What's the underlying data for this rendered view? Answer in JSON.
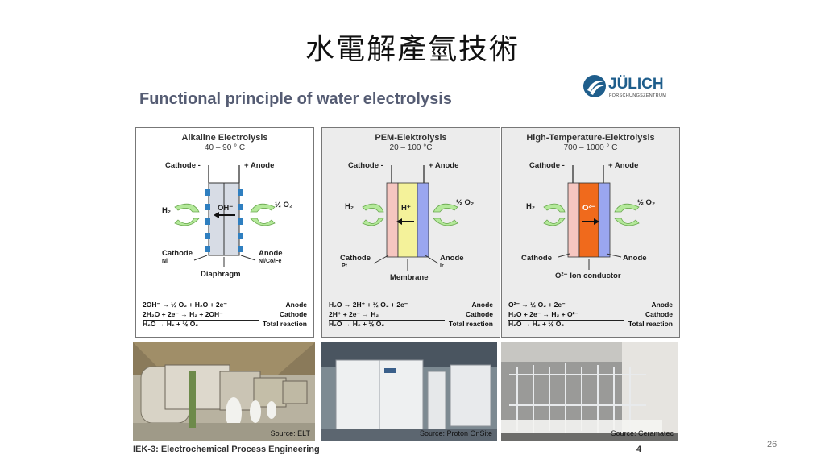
{
  "slide": {
    "title": "水電解產氫技術",
    "inner_title": "Functional principle of water electrolysis",
    "logo_text": "JÜLICH",
    "logo_sub": "FORSCHUNGSZENTRUM",
    "footer": "IEK-3: Electrochemical Process Engineering",
    "footer_num": "4",
    "page_number": "26"
  },
  "panels": [
    {
      "title": "Alkaline Electrolysis",
      "temp": "40 – 90 ° C",
      "cathode_top": "Cathode -",
      "anode_top": "+ Anode",
      "left_gas": "H₂",
      "right_gas": "½ O₂",
      "ion": "OH⁻",
      "cathode_bottom": "Cathode",
      "cathode_material": "Ni",
      "anode_bottom": "Anode",
      "anode_material": "Ni/Co/Fe",
      "separator": "Diaphragm",
      "reactions": [
        {
          "eq": "2OH⁻  →  ½ O₂ + H₂O + 2e⁻",
          "side": "Anode"
        },
        {
          "eq": "2H₂O + 2e⁻  →  H₂ + 2OH⁻",
          "side": "Cathode"
        },
        {
          "eq": "H₂O  →  H₂ + ½ O₂",
          "side": "Total reaction"
        }
      ],
      "photo_source": "Source: ELT"
    },
    {
      "title": "PEM-Elektrolysis",
      "temp": "20 – 100 °C",
      "cathode_top": "Cathode -",
      "anode_top": "+ Anode",
      "left_gas": "H₂",
      "right_gas": "½ O₂",
      "ion": "H⁺",
      "cathode_bottom": "Cathode",
      "cathode_material": "Pt",
      "anode_bottom": "Anode",
      "anode_material": "Ir",
      "separator": "Membrane",
      "reactions": [
        {
          "eq": "H₂O  →  2H⁺ + ½ O₂ + 2e⁻",
          "side": "Anode"
        },
        {
          "eq": "2H⁺ + 2e⁻  →  H₂",
          "side": "Cathode"
        },
        {
          "eq": "H₂O  →  H₂ + ½ O₂",
          "side": "Total reaction"
        }
      ],
      "photo_source": "Source: Proton OnSite"
    },
    {
      "title": "High-Temperature-Elektrolysis",
      "temp": "700 – 1000 ° C",
      "cathode_top": "Cathode -",
      "anode_top": "+ Anode",
      "left_gas": "H₂",
      "right_gas": "½ O₂",
      "ion": "O²⁻",
      "cathode_bottom": "Cathode",
      "cathode_material": "",
      "anode_bottom": "Anode",
      "anode_material": "",
      "separator": "O²⁻ Ion conductor",
      "reactions": [
        {
          "eq": "O²⁻  →  ½ O₂ + 2e⁻",
          "side": "Anode"
        },
        {
          "eq": "H₂O + 2e⁻  →  H₂ + O²⁻",
          "side": "Cathode"
        },
        {
          "eq": "H₂O  →  H₂ + ½ O₂",
          "side": "Total reaction"
        }
      ],
      "photo_source": "Source: Ceramatec"
    }
  ],
  "colors": {
    "title_blue": "#555c73",
    "arrow_green": "#b4e99a",
    "cathode_pink": "#f6c6c0",
    "membrane_yellow": "#f4f29a",
    "anode_blue": "#9aa6f0",
    "electrolyte_orange": "#f06a1c",
    "diaphragm_blue": "#2f7fc0"
  }
}
